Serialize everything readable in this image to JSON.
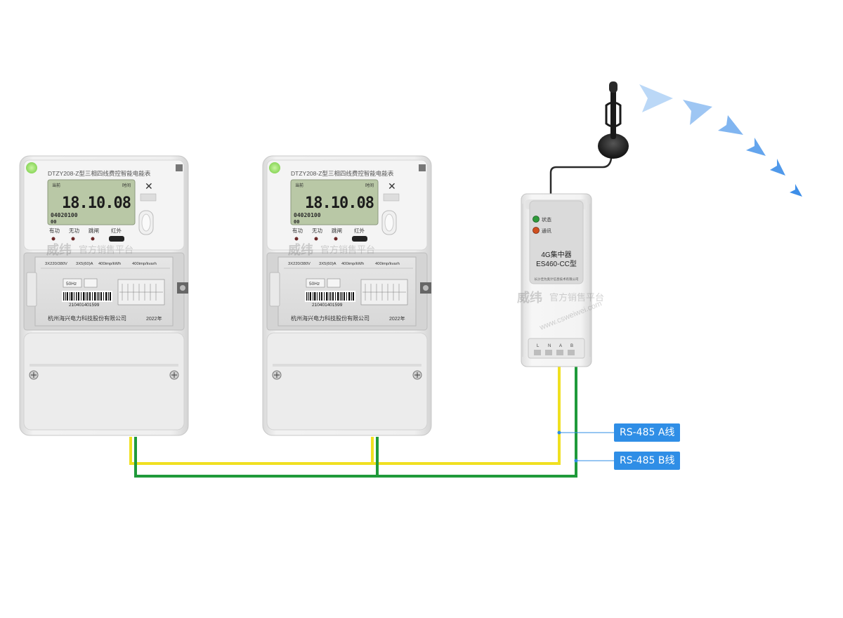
{
  "meters": [
    {
      "title": "DTZY208-Z型三相四线费控智能电能表",
      "lcd_top_left": "当前",
      "lcd_top_right": "时间",
      "reading": "18.10.08",
      "lcd_sub1": "04020100",
      "lcd_sub2": "00",
      "indicators": [
        "有功",
        "无功",
        "跳闸",
        "红外"
      ],
      "spec1": "3X220/380V",
      "spec2": "3X5(60)A",
      "spec3": "400imp/kWh",
      "spec4": "400imp/kvarh",
      "freq": "50Hz",
      "barcode_number": "210401401599",
      "manufacturer": "杭州海兴电力科技股份有限公司",
      "year": "2022年"
    },
    {
      "title": "DTZY208-Z型三相四线费控智能电能表",
      "lcd_top_left": "当前",
      "lcd_top_right": "时间",
      "reading": "18.10.08",
      "lcd_sub1": "04020100",
      "lcd_sub2": "00",
      "indicators": [
        "有功",
        "无功",
        "跳闸",
        "红外"
      ],
      "spec1": "3X220/380V",
      "spec2": "3X5(60)A",
      "spec3": "400imp/kWh",
      "spec4": "400imp/kvarh",
      "freq": "50Hz",
      "barcode_number": "210401401599",
      "manufacturer": "杭州海兴电力科技股份有限公司",
      "year": "2022年"
    }
  ],
  "concentrator": {
    "status_label": "状态",
    "comm_label": "通讯",
    "name": "4G集中器",
    "model": "ES460-CC型",
    "maker_line": "长沙佳为奥计信息技术有限公司",
    "terminals": [
      "L",
      "N",
      "A",
      "B"
    ]
  },
  "wires": {
    "a_label": "RS-485 A线",
    "b_label": "RS-485 B线",
    "a_color": "#f0e020",
    "b_color": "#1f9a3a"
  },
  "watermark": {
    "brand": "威纬",
    "text": "官方销售平台",
    "url": "www.csweiwei.com"
  },
  "colors": {
    "signal_arrow": "#3d8ee8",
    "label_bg": "#2f8ee6",
    "lcd_bg": "#b9c8a6",
    "meter_body": "#ececec"
  }
}
